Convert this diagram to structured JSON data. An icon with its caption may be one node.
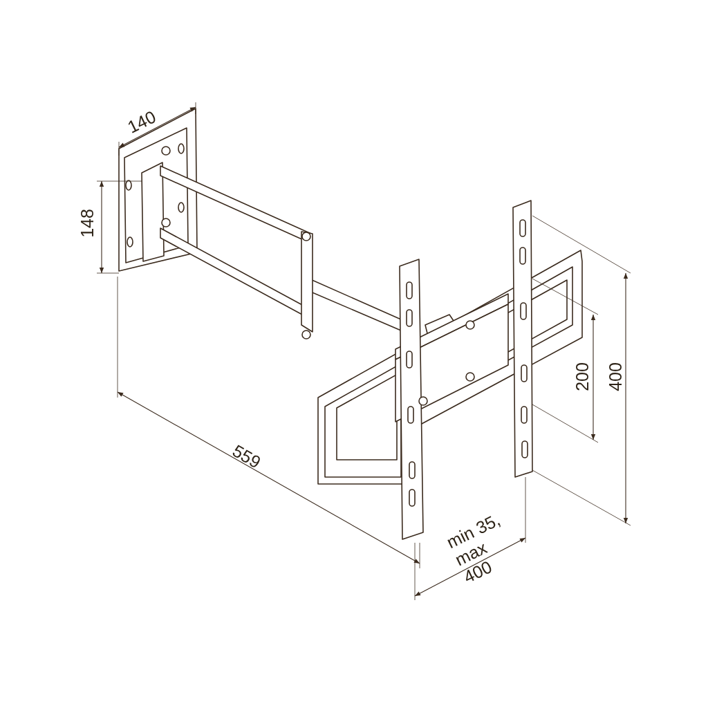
{
  "diagram": {
    "labels": [
      "140",
      "148",
      "200",
      "400",
      "559",
      "min 35, max 400"
    ]
  }
}
